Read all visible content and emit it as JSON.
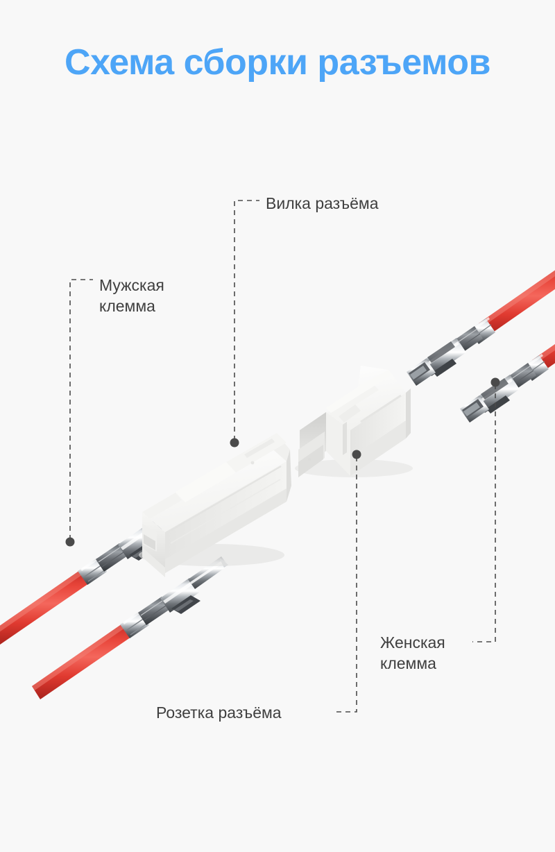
{
  "page": {
    "title": "Схема сборки разъемов",
    "background_color": "#f8f8f8",
    "title_color": "#4da5f7",
    "label_color": "#3f3f3f",
    "leader_color": "#4a4a4a"
  },
  "labels": {
    "male_terminal": "Мужская\nклемма",
    "plug": "Вилка разъёма",
    "female_terminal": "Женская\nклемма",
    "socket": "Розетка разъёма"
  },
  "parts": [
    {
      "id": "male-terminal-wires",
      "label": "Мужская клемма",
      "kind": "crimped-male-pin-terminals-on-red-wire",
      "count": 2,
      "wire_color": "#e53a30",
      "metal_color": "#b9bcc0"
    },
    {
      "id": "plug-housing",
      "label": "Вилка разъёма",
      "kind": "white-plastic-plug-housing",
      "body_color": "#fdfdfd"
    },
    {
      "id": "socket-housing",
      "label": "Розетка разъёма",
      "kind": "white-plastic-socket-housing-with-latch",
      "body_color": "#fdfdfd"
    },
    {
      "id": "female-terminal-wires",
      "label": "Женская клемма",
      "kind": "crimped-female-socket-terminals-on-red-wire",
      "count": 2,
      "wire_color": "#e53a30",
      "metal_color": "#b9bcc0"
    }
  ]
}
